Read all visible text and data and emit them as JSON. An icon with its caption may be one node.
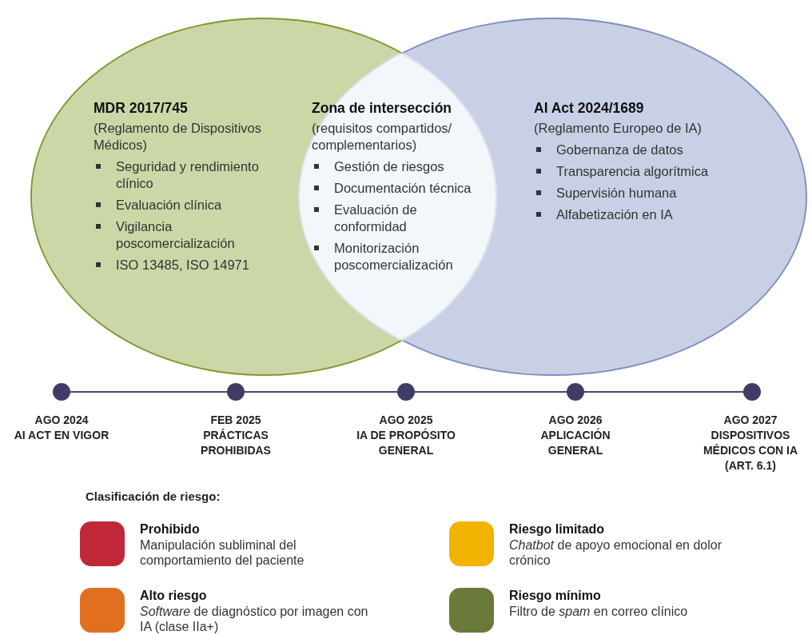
{
  "diagram": {
    "nodes": [
      {
        "text": [
          "MDR 2017/745",
          "(Reglamento de Dispositivos Médicos)",
          "Seguridad y rendimiento clínico",
          "Evaluación clínica",
          "Vigilancia poscomercialización",
          "ISO 13485, ISO 14971"
        ]
      },
      {
        "text": [
          "Zona de intersección",
          "(requisitos compartidos/ complementarios)",
          "Gestión de riesgos",
          "Documentación técnica",
          "Evaluación de conformidad",
          "Monitorización poscomercialización"
        ]
      },
      {
        "text": [
          "AI Act 2024/1689",
          "(Reglamento Europeo de IA)",
          "Gobernanza de datos",
          "Transparencia algorítmica",
          "Supervisión humana",
          "Alfabetización en IA"
        ]
      },
      {
        "text": [],
        "shape": "circle",
        "beside": [
          "AGO 2024",
          "AI ACT EN VIGOR"
        ]
      },
      {
        "text": [],
        "shape": "circle",
        "beside": [
          "FEB 2025",
          "PRÁCTICAS PROHIBIDAS"
        ]
      },
      {
        "text": [],
        "shape": "circle",
        "beside": [
          "AGO 2025",
          "IA DE PROPÓSITO GENERAL"
        ]
      },
      {
        "text": [],
        "shape": "circle",
        "beside": [
          "AGO 2026",
          "APLICACIÓN GENERAL"
        ]
      },
      {
        "text": [],
        "shape": "circle",
        "beside": [
          "AGO 2027",
          "DISPOSITIVOS MÉDICOS CON IA (ART. 6.1)"
        ]
      }
    ],
    "edges": [
      {
        "from": 3,
        "to": 4,
        "arrow": "none"
      },
      {
        "from": 4,
        "to": 5,
        "arrow": "none"
      },
      {
        "from": 5,
        "to": 6,
        "arrow": "none"
      },
      {
        "from": 6,
        "to": 7,
        "arrow": "none"
      }
    ],
    "labels": [
      "Clasificación de riesgo:",
      "Manipulación subliminal del comportamiento del paciente",
      "*Chatbot* de apoyo emocional en dolor crónico",
      "*Software* de diagnóstico por imagen con IA (clase IIa+)",
      "Filtro de *spam* en correo clínico"
    ],
    "legend": [
      {
        "text": "Prohibido",
        "color": "#c0283a"
      },
      {
        "text": "Riesgo limitado",
        "color": "#f2b300"
      },
      {
        "text": "Alto riesgo",
        "color": "#e07020"
      },
      {
        "text": "Riesgo mínimo",
        "color": "#6a7a3a"
      }
    ]
  }
}
